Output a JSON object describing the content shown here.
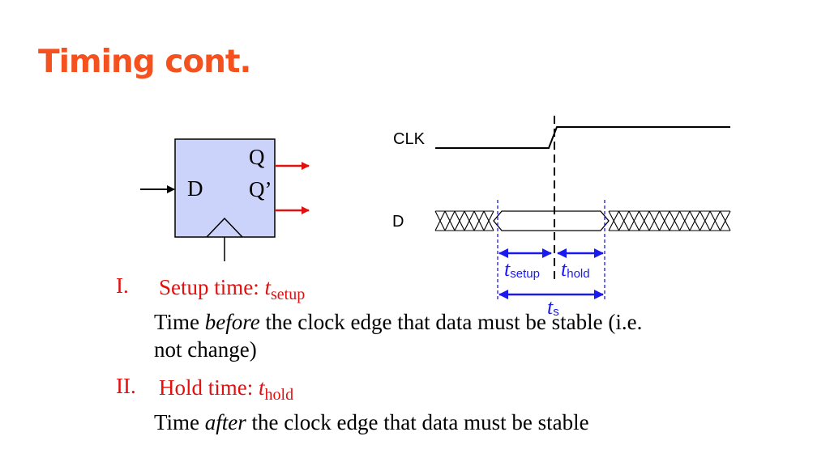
{
  "slide": {
    "title": "Timing cont.",
    "title_color": "#f4511e"
  },
  "flipflop": {
    "input_label": "D",
    "output_q": "Q",
    "output_qbar": "Q’",
    "fill_color": "#cbd3fa",
    "arrow_color": "#e31010"
  },
  "timing": {
    "clk_label": "CLK",
    "d_label": "D",
    "setup_label": "t",
    "setup_sub": "setup",
    "hold_label": "t",
    "hold_sub": "hold",
    "total_label": "t",
    "total_sub": "s",
    "annotation_color": "#1a1aee"
  },
  "definitions": [
    {
      "numeral": "I.",
      "heading_prefix": "Setup time: ",
      "heading_var": "t",
      "heading_sub": "setup",
      "desc_before": "Time ",
      "desc_em": "before",
      "desc_after": " the clock edge that data must be stable (i.e.",
      "desc_line2": "not change)"
    },
    {
      "numeral": "II.",
      "heading_prefix": "Hold time: ",
      "heading_var": "t",
      "heading_sub": "hold",
      "desc_before": "Time ",
      "desc_em": "after",
      "desc_after": " the clock edge that data must be stable"
    }
  ],
  "heading_color": "#e31010"
}
